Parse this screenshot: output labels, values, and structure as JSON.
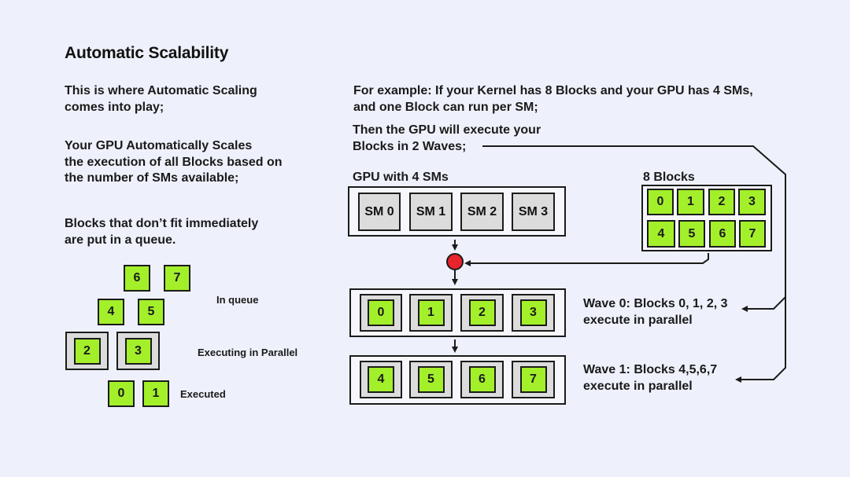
{
  "title": "Automatic Scalability",
  "left": {
    "p1": [
      "This is where Automatic Scaling",
      "comes into play;"
    ],
    "p2": [
      "Your GPU Automatically Scales",
      "the execution of all Blocks based on",
      "the number of SMs available;"
    ],
    "p3": [
      "Blocks that don’t fit immediately",
      "are put in a queue."
    ],
    "queue": {
      "in_queue_blocks": [
        "6",
        "7",
        "4",
        "5"
      ],
      "executing_blocks": [
        "2",
        "3"
      ],
      "executed_blocks": [
        "0",
        "1"
      ],
      "label_in_queue": "In queue",
      "label_executing": "Executing in Parallel",
      "label_executed": "Executed"
    }
  },
  "right": {
    "example": [
      "For example: If your Kernel has 8 Blocks and your GPU has 4 SMs,",
      "and one Block can run per SM;"
    ],
    "then": [
      "Then the GPU will execute your",
      "Blocks in 2 Waves;"
    ],
    "gpu_label": "GPU with 4 SMs",
    "sms": [
      "SM 0",
      "SM 1",
      "SM 2",
      "SM 3"
    ],
    "blocks_label": "8 Blocks",
    "blocks": [
      "0",
      "1",
      "2",
      "3",
      "4",
      "5",
      "6",
      "7"
    ],
    "wave0_blocks": [
      "0",
      "1",
      "2",
      "3"
    ],
    "wave1_blocks": [
      "4",
      "5",
      "6",
      "7"
    ],
    "wave0_text": [
      "Wave 0: Blocks 0, 1, 2, 3",
      "execute in parallel"
    ],
    "wave1_text": [
      "Wave 1: Blocks 4,5,6,7",
      "execute in parallel"
    ]
  },
  "colors": {
    "background": "#eef1fb",
    "block": "#a3f02a",
    "sm": "#dcdcdc",
    "scheduler": "#e8232b",
    "outline": "#1b1b1b"
  }
}
